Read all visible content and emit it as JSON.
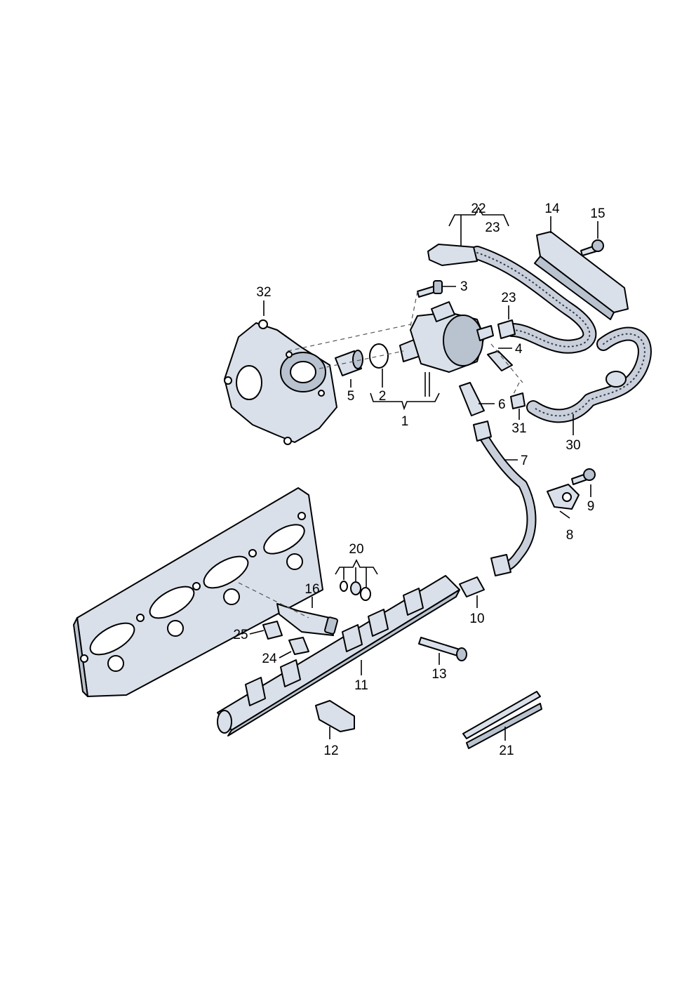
{
  "labels": {
    "l1": "1",
    "l2": "2",
    "l3": "3",
    "l4": "4",
    "l5": "5",
    "l6": "6",
    "l7": "7",
    "l8": "8",
    "l9": "9",
    "l10": "10",
    "l11": "11",
    "l12": "12",
    "l13": "13",
    "l14": "14",
    "l15": "15",
    "l16": "16",
    "l20": "20",
    "l21": "21",
    "l22": "22",
    "l23a": "23",
    "l23b": "23",
    "l24": "24",
    "l25": "25",
    "l30": "30",
    "l31": "31",
    "l32": "32"
  },
  "colors": {
    "part_fill": "#d9e0ea",
    "part_shade": "#b9c2cf",
    "outline": "#000000"
  }
}
